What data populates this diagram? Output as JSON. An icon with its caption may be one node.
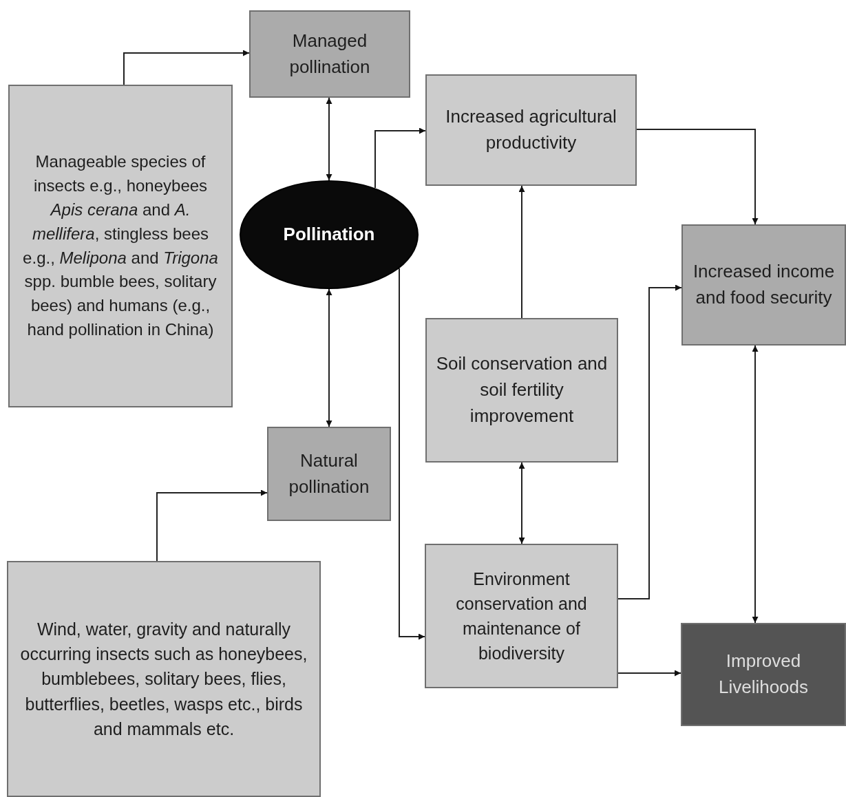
{
  "diagram": {
    "nodes": [
      {
        "text": [
          "Managed pollination"
        ]
      },
      {
        "text": [
          "Manageable species of insects e.g., honeybees *Apis cerana* and *A. mellifera*, stingless bees e.g., *Melipona* and *Trigona* spp. bumble bees, solitary bees) and humans (e.g., hand pollination in China)"
        ]
      },
      {
        "text": [
          "Pollination"
        ]
      },
      {
        "text": [
          "Increased agricultural productivity"
        ]
      },
      {
        "text": [
          "Increased income and food security"
        ]
      },
      {
        "text": [
          "Soil conservation and soil fertility improvement"
        ]
      },
      {
        "text": [
          "Natural pollination"
        ]
      },
      {
        "text": [
          "Wind, water, gravity and naturally occurring insects such as honeybees, bumblebees, solitary bees, flies, butterflies, beetles, wasps etc., birds and mammals etc."
        ]
      },
      {
        "text": [
          "Environment conservation and maintenance of biodiversity"
        ]
      },
      {
        "text": [
          "Improved Livelihoods"
        ]
      }
    ],
    "edges": [
      {
        "from": 1,
        "to": 0,
        "arrow": "to"
      },
      {
        "from": 0,
        "to": 2,
        "arrow": "both"
      },
      {
        "from": 2,
        "to": 6,
        "arrow": "both"
      },
      {
        "from": 7,
        "to": 6,
        "arrow": "to"
      },
      {
        "from": 2,
        "to": 3,
        "arrow": "to"
      },
      {
        "from": 2,
        "to": 8,
        "arrow": "to"
      },
      {
        "from": 3,
        "to": 4,
        "arrow": "to"
      },
      {
        "from": 5,
        "to": 3,
        "arrow": "to"
      },
      {
        "from": 5,
        "to": 8,
        "arrow": "both"
      },
      {
        "from": 8,
        "to": 4,
        "arrow": "to"
      },
      {
        "from": 8,
        "to": 9,
        "arrow": "to"
      },
      {
        "from": 4,
        "to": 9,
        "arrow": "both"
      }
    ]
  }
}
